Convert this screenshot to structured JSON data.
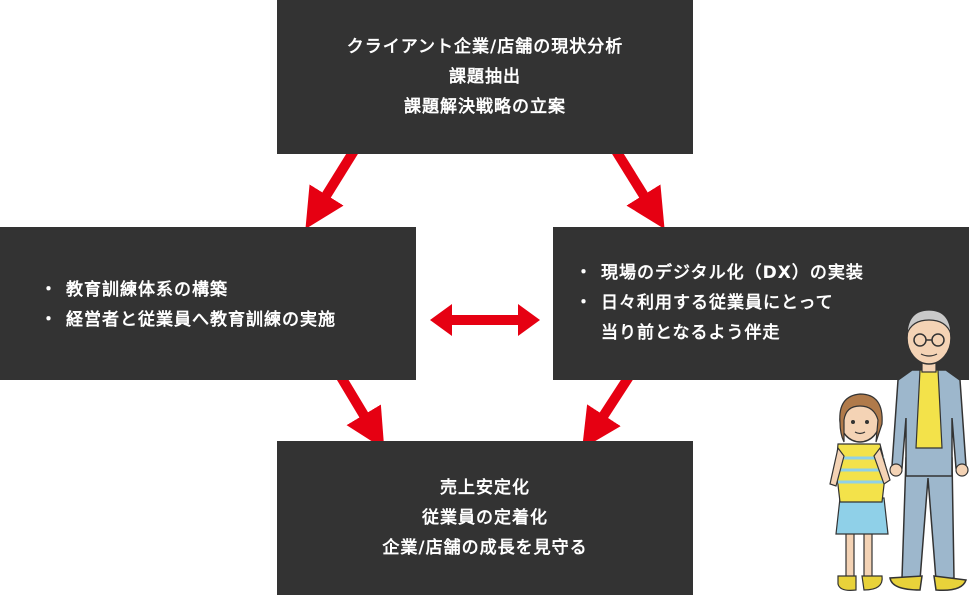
{
  "boxes": {
    "top": {
      "lines": [
        "クライアント企業/店舗の現状分析",
        "課題抽出",
        "課題解決戦略の立案"
      ]
    },
    "left": {
      "bullet": "・",
      "items": [
        {
          "lines": [
            "教育訓練体系の構築"
          ]
        },
        {
          "lines": [
            "経営者と従業員へ教育訓練の実施"
          ]
        }
      ]
    },
    "right": {
      "bullet": "・",
      "items": [
        {
          "lines": [
            "現場のデジタル化（DX）の実装"
          ]
        },
        {
          "lines": [
            "日々利用する従業員にとって",
            "当り前となるよう伴走"
          ]
        }
      ]
    },
    "bottom": {
      "lines": [
        "売上安定化",
        "従業員の定着化",
        "企業/店舗の成長を見守る"
      ]
    }
  },
  "colors": {
    "box_fill": "#333333",
    "box_text": "#ffffff",
    "arrow": "#e60012"
  },
  "icons": {
    "illustration": "girl-and-elderly-man-illustration"
  }
}
